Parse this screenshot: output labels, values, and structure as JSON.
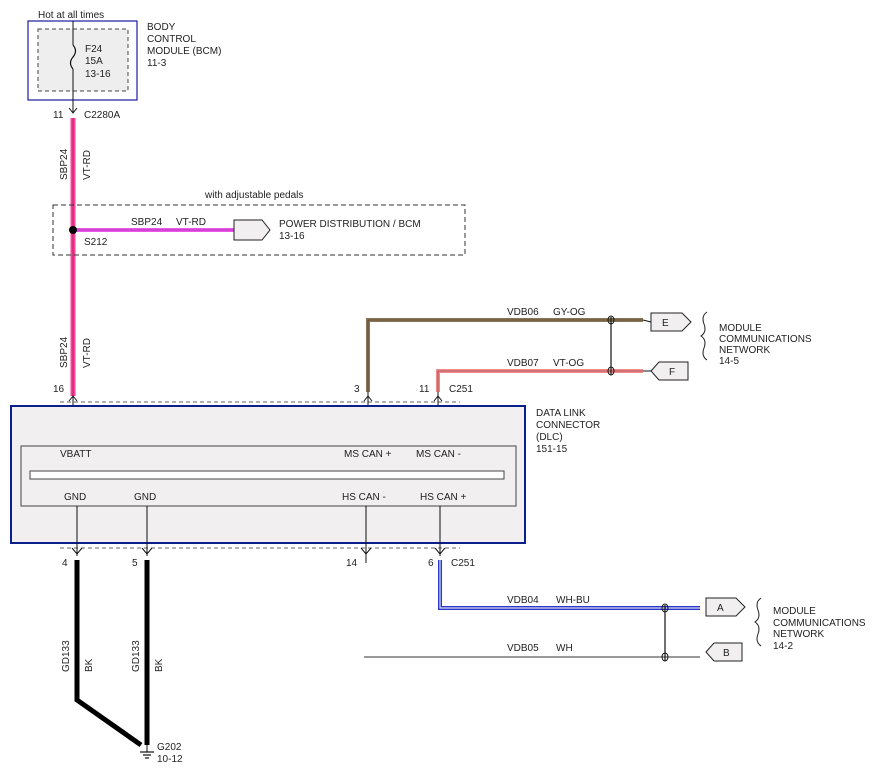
{
  "power_source": {
    "text": "Hot at all times"
  },
  "bcm": {
    "title_lines": [
      "BODY",
      "CONTROL",
      "MODULE (BCM)",
      "11-3"
    ],
    "fuse_lines": [
      "F24",
      "15A",
      "13-16"
    ]
  },
  "connectors": {
    "c2280a": "C2280A",
    "bcm_pin": "11",
    "dlc_pin_16": "16",
    "dlc_pin_3": "3",
    "dlc_pin_11": "11",
    "c251_top": "C251",
    "dlc_pin_4": "4",
    "dlc_pin_5": "5",
    "dlc_pin_14": "14",
    "dlc_pin_6": "6",
    "c251_bottom": "C251"
  },
  "wires": {
    "sbp24_upper": {
      "circuit": "SBP24",
      "color": "VT-RD"
    },
    "sbp24_lower": {
      "circuit": "SBP24",
      "color": "VT-RD"
    },
    "sbp24_branch": {
      "circuit": "SBP24",
      "color": "VT-RD"
    },
    "vdb06": {
      "circuit": "VDB06",
      "color": "GY-OG"
    },
    "vdb07": {
      "circuit": "VDB07",
      "color": "VT-OG"
    },
    "vdb04": {
      "circuit": "VDB04",
      "color": "WH-BU"
    },
    "vdb05": {
      "circuit": "VDB05",
      "color": "WH"
    },
    "gd133_a": {
      "circuit": "GD133",
      "color": "BK"
    },
    "gd133_b": {
      "circuit": "GD133",
      "color": "BK"
    }
  },
  "adjustable_pedals": {
    "caption": "with adjustable pedals",
    "splice": "S212",
    "dest_lines": [
      "POWER DISTRIBUTION / BCM",
      "13-16"
    ]
  },
  "dlc": {
    "title_lines": [
      "DATA LINK",
      "CONNECTOR",
      "(DLC)",
      "151-15"
    ],
    "pins_top": [
      "VBATT",
      "MS CAN +",
      "MS CAN -"
    ],
    "pins_bottom": [
      "GND",
      "GND",
      "HS CAN -",
      "HS CAN +"
    ]
  },
  "network_upper": {
    "title_lines": [
      "MODULE",
      "COMMUNICATIONS",
      "NETWORK",
      "14-5"
    ],
    "flags": [
      "E",
      "F"
    ]
  },
  "network_lower": {
    "title_lines": [
      "MODULE",
      "COMMUNICATIONS",
      "NETWORK",
      "14-2"
    ],
    "flags": [
      "A",
      "B"
    ]
  },
  "ground": {
    "lines": [
      "G202",
      "10-12"
    ]
  },
  "colors": {
    "vt_rd": "#ff3f9a",
    "gy_og": "#8a7456",
    "vt_og": "#f08a8a",
    "wh_bu": "#2b39c8",
    "bk": "#000000",
    "module_border": "#0b1f8c",
    "module_fill": "#f1efef"
  }
}
